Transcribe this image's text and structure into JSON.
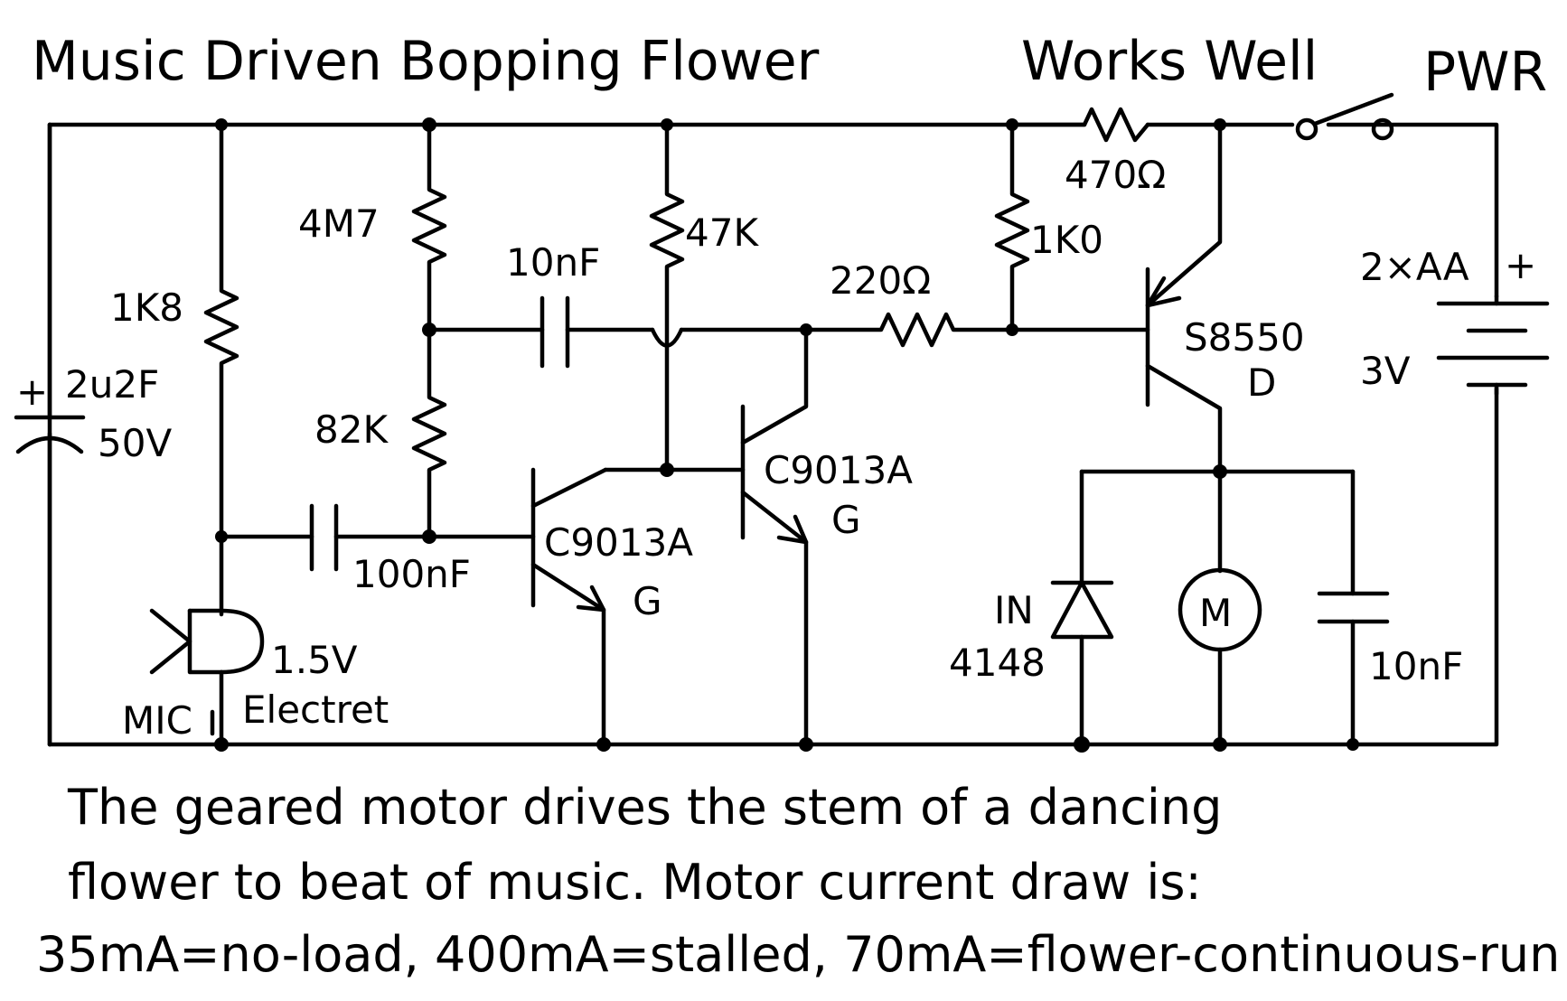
{
  "title": {
    "main": "Music Driven Bopping Flower",
    "status": "Works Well",
    "pwr": "PWR"
  },
  "labels": {
    "r_4m7": "4M7",
    "r_47k": "47K",
    "r_1k8": "1K8",
    "r_82k": "82K",
    "r_220": "220Ω",
    "r_1k0": "1K0",
    "r_470": "470Ω",
    "c_10nf_top": "10nF",
    "c_100nf": "100nF",
    "c_10nf_out": "10nF",
    "c_2u2_plus": "+",
    "c_2u2_val": "2u2F",
    "c_2u2_volt": "50V",
    "q1_part": "C9013A",
    "q1_grade": "G",
    "q2_part": "C9013A",
    "q2_grade": "G",
    "q3_part": "S8550",
    "q3_grade": "D",
    "bat_count": "2×AA",
    "bat_plus": "+",
    "bat_volt": "3V",
    "mic_volt": "1.5V",
    "mic_name": "MIC",
    "mic_type": "Electret",
    "diode_a": "IN",
    "diode_b": "4148",
    "motor": "M"
  },
  "notes": {
    "line1": "The geared motor drives the stem of a dancing",
    "line2": "flower to beat of music. Motor current draw is:",
    "line3": "35mA=no-load, 400mA=stalled, 70mA=flower-continuous-run"
  }
}
